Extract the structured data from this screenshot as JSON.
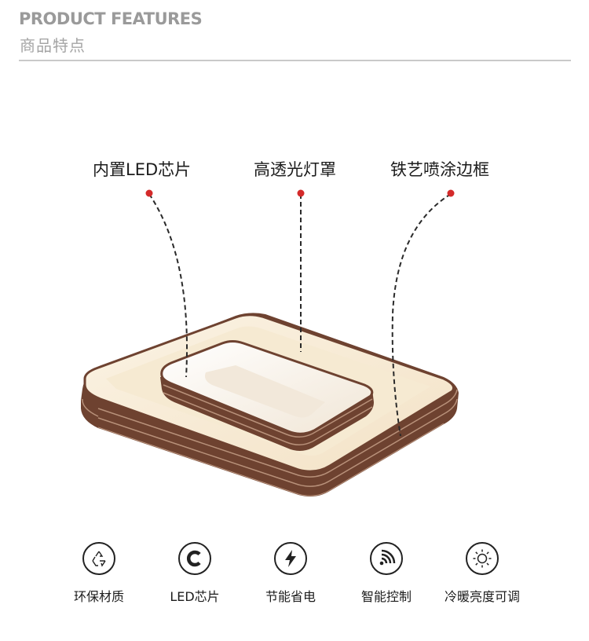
{
  "header": {
    "title": "PRODUCT FEATURES",
    "subtitle": "商品特点"
  },
  "callouts": [
    {
      "label": "内置LED芯片"
    },
    {
      "label": "高透光灯罩"
    },
    {
      "label": "铁艺喷涂边框"
    }
  ],
  "features": [
    {
      "icon": "recycle-icon",
      "label": "环保材质"
    },
    {
      "icon": "led-chip-icon",
      "label": "LED芯片"
    },
    {
      "icon": "lightning-icon",
      "label": "节能省电"
    },
    {
      "icon": "wifi-signal-icon",
      "label": "智能控制"
    },
    {
      "icon": "sun-icon",
      "label": "冷暖亮度可调"
    }
  ],
  "colors": {
    "accent_dot": "#d42a2a",
    "frame_brown": "#7a4a35",
    "shade_warm": "#f7ecd9"
  }
}
